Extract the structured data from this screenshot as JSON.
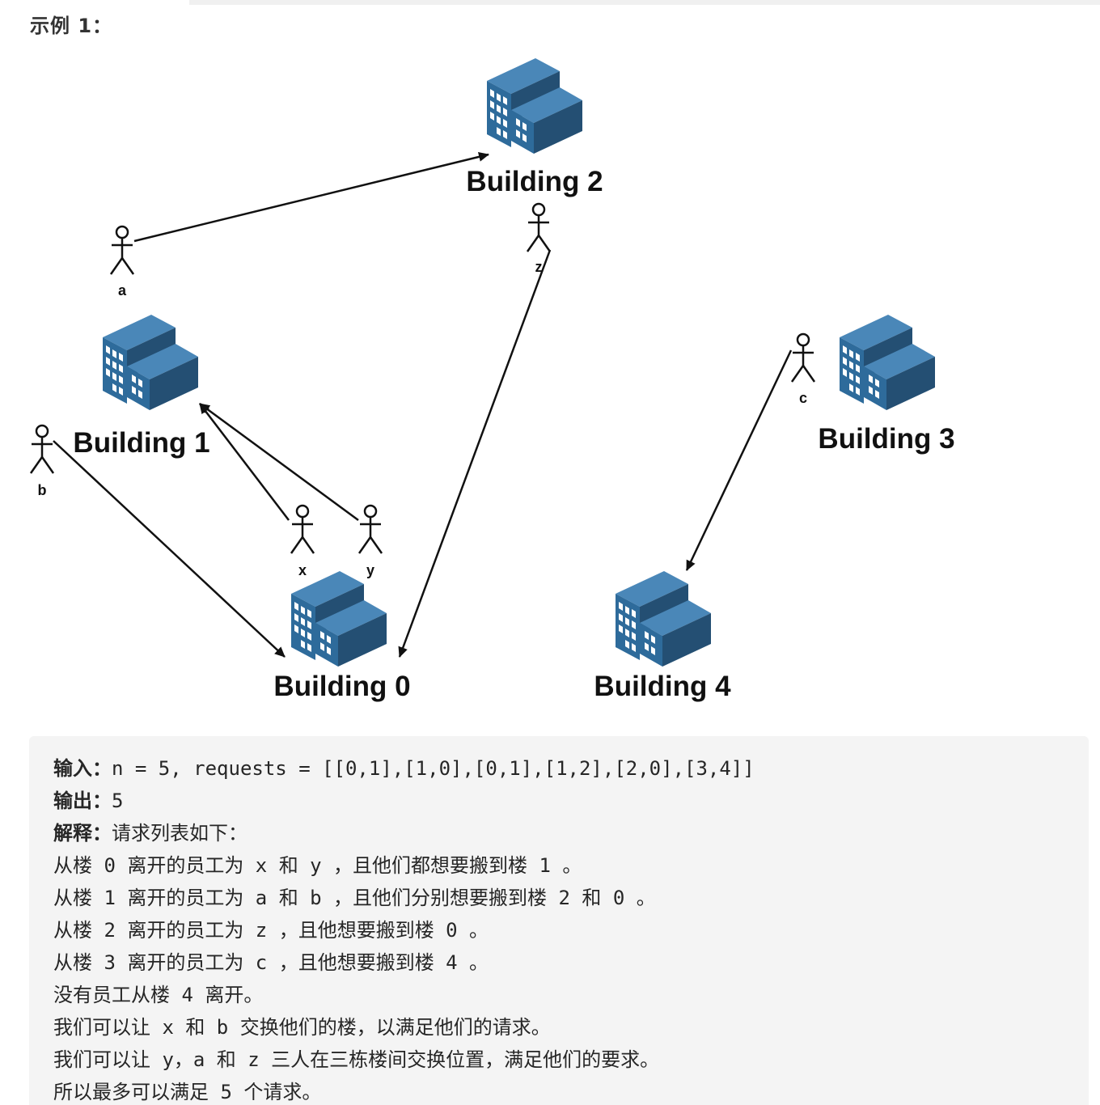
{
  "heading": "示例 1：",
  "figure": {
    "buildings": [
      {
        "id": "b0",
        "name": "Building 0"
      },
      {
        "id": "b1",
        "name": "Building 1"
      },
      {
        "id": "b2",
        "name": "Building 2"
      },
      {
        "id": "b3",
        "name": "Building 3"
      },
      {
        "id": "b4",
        "name": "Building 4"
      }
    ],
    "people": [
      {
        "id": "a",
        "label": "a"
      },
      {
        "id": "b",
        "label": "b"
      },
      {
        "id": "c",
        "label": "c"
      },
      {
        "id": "x",
        "label": "x"
      },
      {
        "id": "y",
        "label": "y"
      },
      {
        "id": "z",
        "label": "z"
      }
    ],
    "colors": {
      "building_front": "#2e6b9b",
      "building_top": "#4a87b8",
      "building_side": "#244f73",
      "window": "#ffffff",
      "stroke": "#111111"
    }
  },
  "example": {
    "input_label": "输入：",
    "input_value": "n = 5, requests = [[0,1],[1,0],[0,1],[1,2],[2,0],[3,4]]",
    "output_label": "输出：",
    "output_value": "5",
    "explain_label": "解释：",
    "explain_value": "请求列表如下：",
    "lines": [
      "从楼 0 离开的员工为 x 和 y ，且他们都想要搬到楼 1 。",
      "从楼 1 离开的员工为 a 和 b ，且他们分别想要搬到楼 2 和 0 。",
      "从楼 2 离开的员工为 z ，且他想要搬到楼 0 。",
      "从楼 3 离开的员工为 c ，且他想要搬到楼 4 。",
      "没有员工从楼 4 离开。",
      "我们可以让 x 和 b 交换他们的楼，以满足他们的请求。",
      "我们可以让 y，a 和 z 三人在三栋楼间交换位置，满足他们的要求。",
      "所以最多可以满足 5 个请求。"
    ]
  }
}
